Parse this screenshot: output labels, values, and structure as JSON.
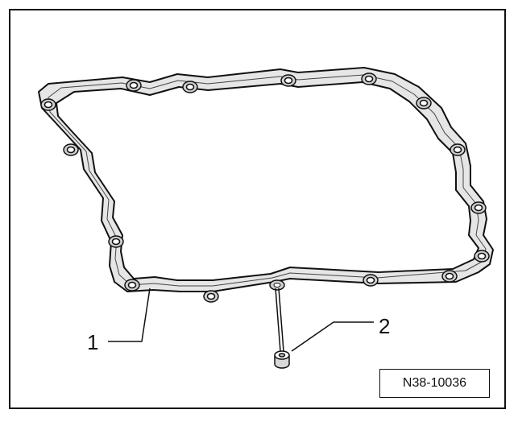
{
  "diagram": {
    "callouts": [
      {
        "id": "1",
        "label": "1",
        "part": "oil-pan-gasket"
      },
      {
        "id": "2",
        "label": "2",
        "part": "plug"
      }
    ],
    "figure_id": "N38-10036",
    "colors": {
      "line": "#111111",
      "gasket_fill": "#e6e6e6",
      "hole_fill": "#cfcfcf",
      "background": "#ffffff"
    }
  }
}
